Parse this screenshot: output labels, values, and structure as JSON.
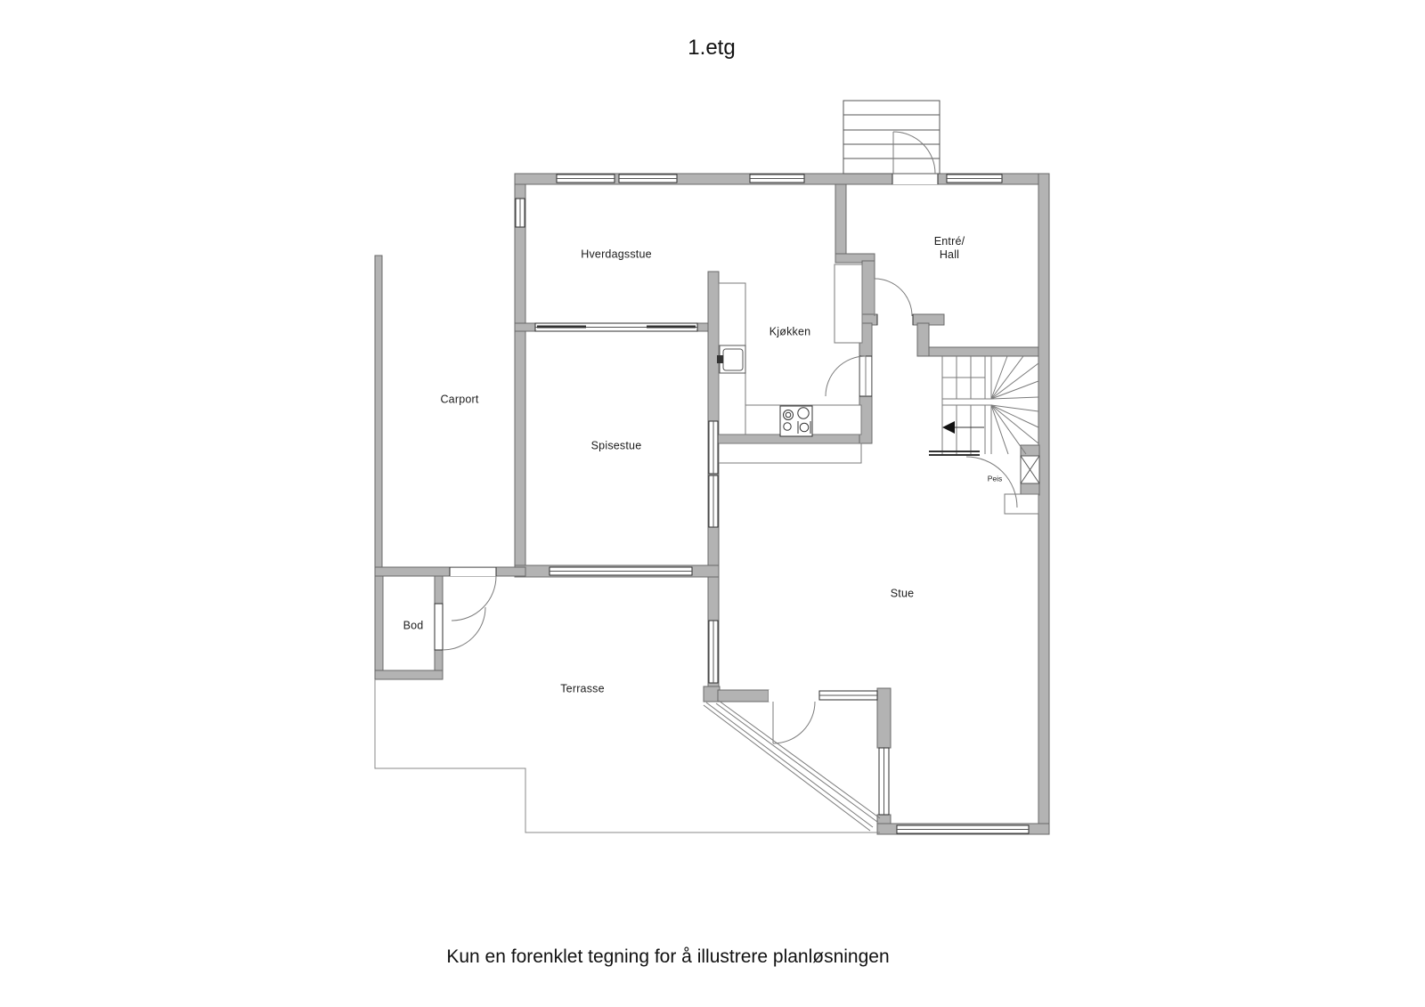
{
  "title": "1.etg",
  "caption": "Kun en forenklet tegning for å illustrere planløsningen",
  "rooms": {
    "hverdagsstue": "Hverdagsstue",
    "kjokken": "Kjøkken",
    "entre_line1": "Entré/",
    "entre_line2": "Hall",
    "spisestue": "Spisestue",
    "carport": "Carport",
    "bod": "Bod",
    "terrasse": "Terrasse",
    "stue": "Stue",
    "peis": "Peis"
  },
  "colors": {
    "wall_fill": "#b3b3b3",
    "wall_stroke": "#686868",
    "thin_line": "#7a7a7a",
    "window_frame": "#2e2e2e",
    "text": "#1a1a1a",
    "background": "#ffffff"
  }
}
